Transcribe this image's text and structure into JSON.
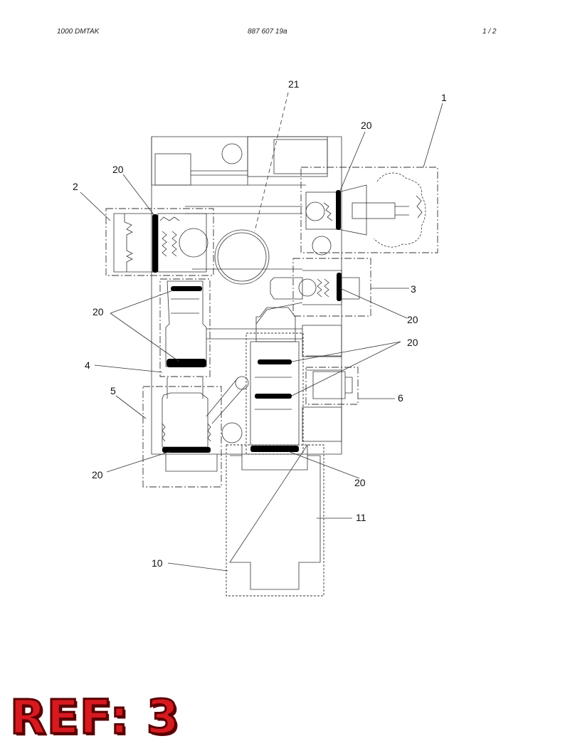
{
  "header": {
    "left": "1000   DMTAK",
    "center": "887 607 19a",
    "right": "1 / 2"
  },
  "callouts": {
    "c1": "1",
    "c2": "2",
    "c3": "3",
    "c4": "4",
    "c5": "5",
    "c6": "6",
    "c10": "10",
    "c11": "11",
    "c20a": "20",
    "c20b": "20",
    "c20c": "20",
    "c20d": "20",
    "c20e": "20",
    "c20f": "20",
    "c20g": "20",
    "c21": "21"
  },
  "stamp": "REF: 3"
}
